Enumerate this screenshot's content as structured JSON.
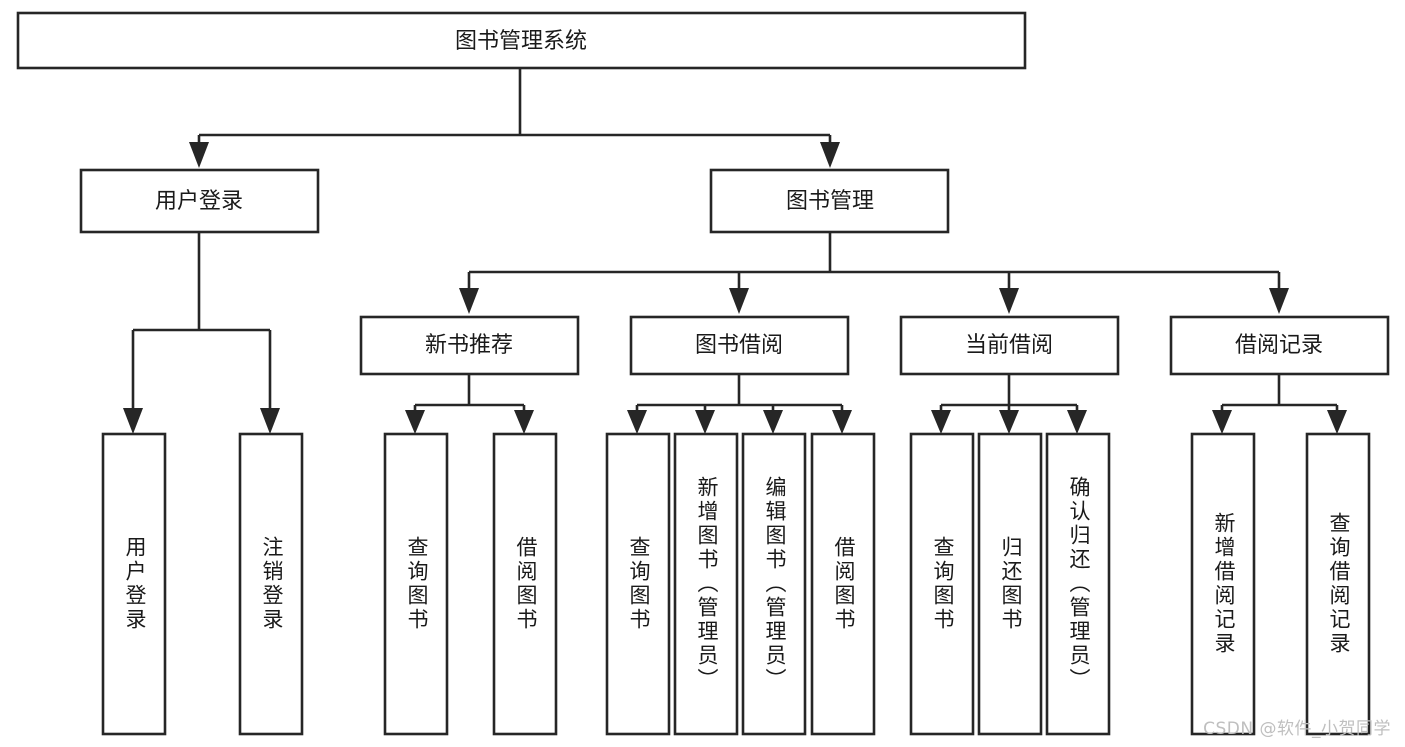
{
  "diagram": {
    "type": "tree-hierarchy",
    "title": "图书管理系统",
    "orientation": "top-down",
    "colors": {
      "stroke": "#262626",
      "fill": "#ffffff",
      "text": "#1a1a1a",
      "watermark": "#bfbfbf"
    },
    "levels": [
      {
        "level": 1,
        "nodes": [
          {
            "id": "root",
            "label": "图书管理系统",
            "orientation": "horizontal"
          }
        ]
      },
      {
        "level": 2,
        "nodes": [
          {
            "id": "login",
            "label": "用户登录",
            "orientation": "horizontal",
            "parent": "root"
          },
          {
            "id": "bookmgmt",
            "label": "图书管理",
            "orientation": "horizontal",
            "parent": "root"
          }
        ]
      },
      {
        "level": 3,
        "nodes": [
          {
            "id": "newbook",
            "label": "新书推荐",
            "orientation": "horizontal",
            "parent": "bookmgmt"
          },
          {
            "id": "borrow",
            "label": "图书借阅",
            "orientation": "horizontal",
            "parent": "bookmgmt"
          },
          {
            "id": "current",
            "label": "当前借阅",
            "orientation": "horizontal",
            "parent": "bookmgmt"
          },
          {
            "id": "records",
            "label": "借阅记录",
            "orientation": "horizontal",
            "parent": "bookmgmt"
          }
        ]
      },
      {
        "level": 4,
        "nodes": [
          {
            "id": "leaf-user-login",
            "label": "用户登录",
            "orientation": "vertical",
            "parent": "login"
          },
          {
            "id": "leaf-user-logout",
            "label": "注销登录",
            "orientation": "vertical",
            "parent": "login"
          },
          {
            "id": "leaf-new-query",
            "label": "查询图书",
            "orientation": "vertical",
            "parent": "newbook"
          },
          {
            "id": "leaf-new-borrow",
            "label": "借阅图书",
            "orientation": "vertical",
            "parent": "newbook"
          },
          {
            "id": "leaf-borrow-query",
            "label": "查询图书",
            "orientation": "vertical",
            "parent": "borrow"
          },
          {
            "id": "leaf-borrow-add",
            "label": "新增图书（管理员）",
            "orientation": "vertical",
            "parent": "borrow"
          },
          {
            "id": "leaf-borrow-edit",
            "label": "编辑图书（管理员）",
            "orientation": "vertical",
            "parent": "borrow"
          },
          {
            "id": "leaf-borrow-lend",
            "label": "借阅图书",
            "orientation": "vertical",
            "parent": "borrow"
          },
          {
            "id": "leaf-current-query",
            "label": "查询图书",
            "orientation": "vertical",
            "parent": "current"
          },
          {
            "id": "leaf-current-return",
            "label": "归还图书",
            "orientation": "vertical",
            "parent": "current"
          },
          {
            "id": "leaf-current-confirm",
            "label": "确认归还（管理员）",
            "orientation": "vertical",
            "parent": "current"
          },
          {
            "id": "leaf-record-add",
            "label": "新增借阅记录",
            "orientation": "vertical",
            "parent": "records"
          },
          {
            "id": "leaf-record-query",
            "label": "查询借阅记录",
            "orientation": "vertical",
            "parent": "records"
          }
        ]
      }
    ]
  },
  "watermark": {
    "text": "CSDN @软件_小贺同学"
  }
}
